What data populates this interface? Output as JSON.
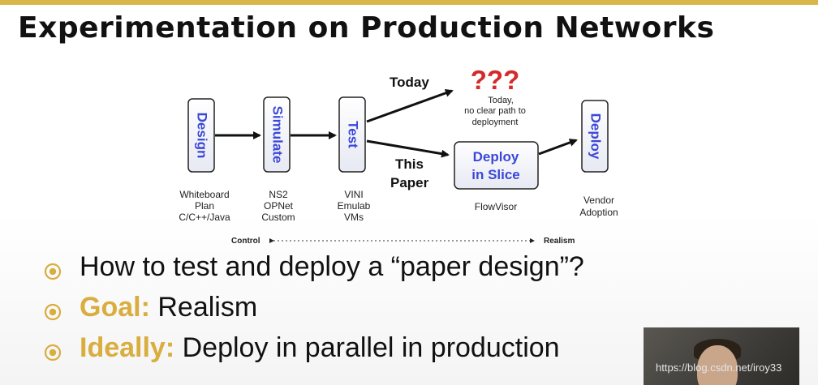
{
  "title": "Experimentation on Production Networks",
  "colors": {
    "accent_bar": "#d8b64a",
    "box_text": "#3b47d8",
    "question_marks": "#d42a2a",
    "bullet_accent": "#d9ad3e"
  },
  "diagram": {
    "stages": [
      {
        "label": "Design",
        "sublabel": [
          "Whiteboard",
          "Plan",
          "C/C++/Java"
        ]
      },
      {
        "label": "Simulate",
        "sublabel": [
          "NS2",
          "OPNet",
          "Custom"
        ]
      },
      {
        "label": "Test",
        "sublabel": [
          "VINI",
          "Emulab",
          "VMs"
        ]
      }
    ],
    "slice_box": {
      "line1": "Deploy",
      "line2": "in Slice",
      "sublabel": "FlowVisor"
    },
    "deploy_box": {
      "label": "Deploy",
      "sublabel": [
        "Vendor",
        "Adoption"
      ]
    },
    "today_label": "Today",
    "paper_label": [
      "This",
      "Paper"
    ],
    "question_marks": "???",
    "question_note": [
      "Today,",
      "no clear path to",
      "deployment"
    ],
    "axis": {
      "left": "Control",
      "right": "Realism"
    }
  },
  "bullets": [
    {
      "prefix": "",
      "text": "How to test and deploy a “paper design”?"
    },
    {
      "prefix": "Goal:",
      "text": " Realism"
    },
    {
      "prefix": "Ideally:",
      "text": " Deploy in parallel in production"
    }
  ],
  "watermark": "https://blog.csdn.net/iroy33"
}
